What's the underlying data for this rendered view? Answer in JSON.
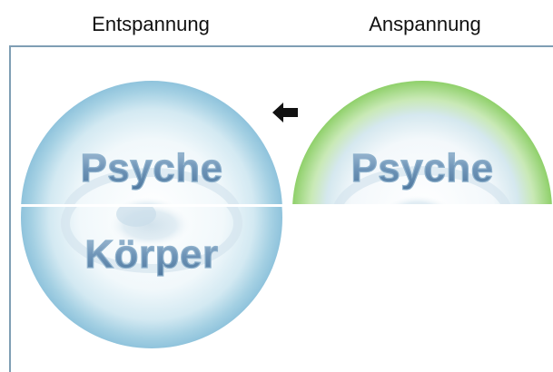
{
  "labels": {
    "left": "Entspannung",
    "right": "Anspannung"
  },
  "circles": {
    "relaxed_top_word": "Psyche",
    "relaxed_bottom_word": "Körper",
    "tense_top_word": "Psyche"
  },
  "arrow": {
    "icon": "arrow-left-icon",
    "direction": "left"
  },
  "colors": {
    "frame": "#7f9eb4",
    "relaxed_ring": "#8fc3dc",
    "tense_ring": "#9ed67a",
    "word_fill": "#6b93b5",
    "word_stroke": "#d8e6f0"
  }
}
